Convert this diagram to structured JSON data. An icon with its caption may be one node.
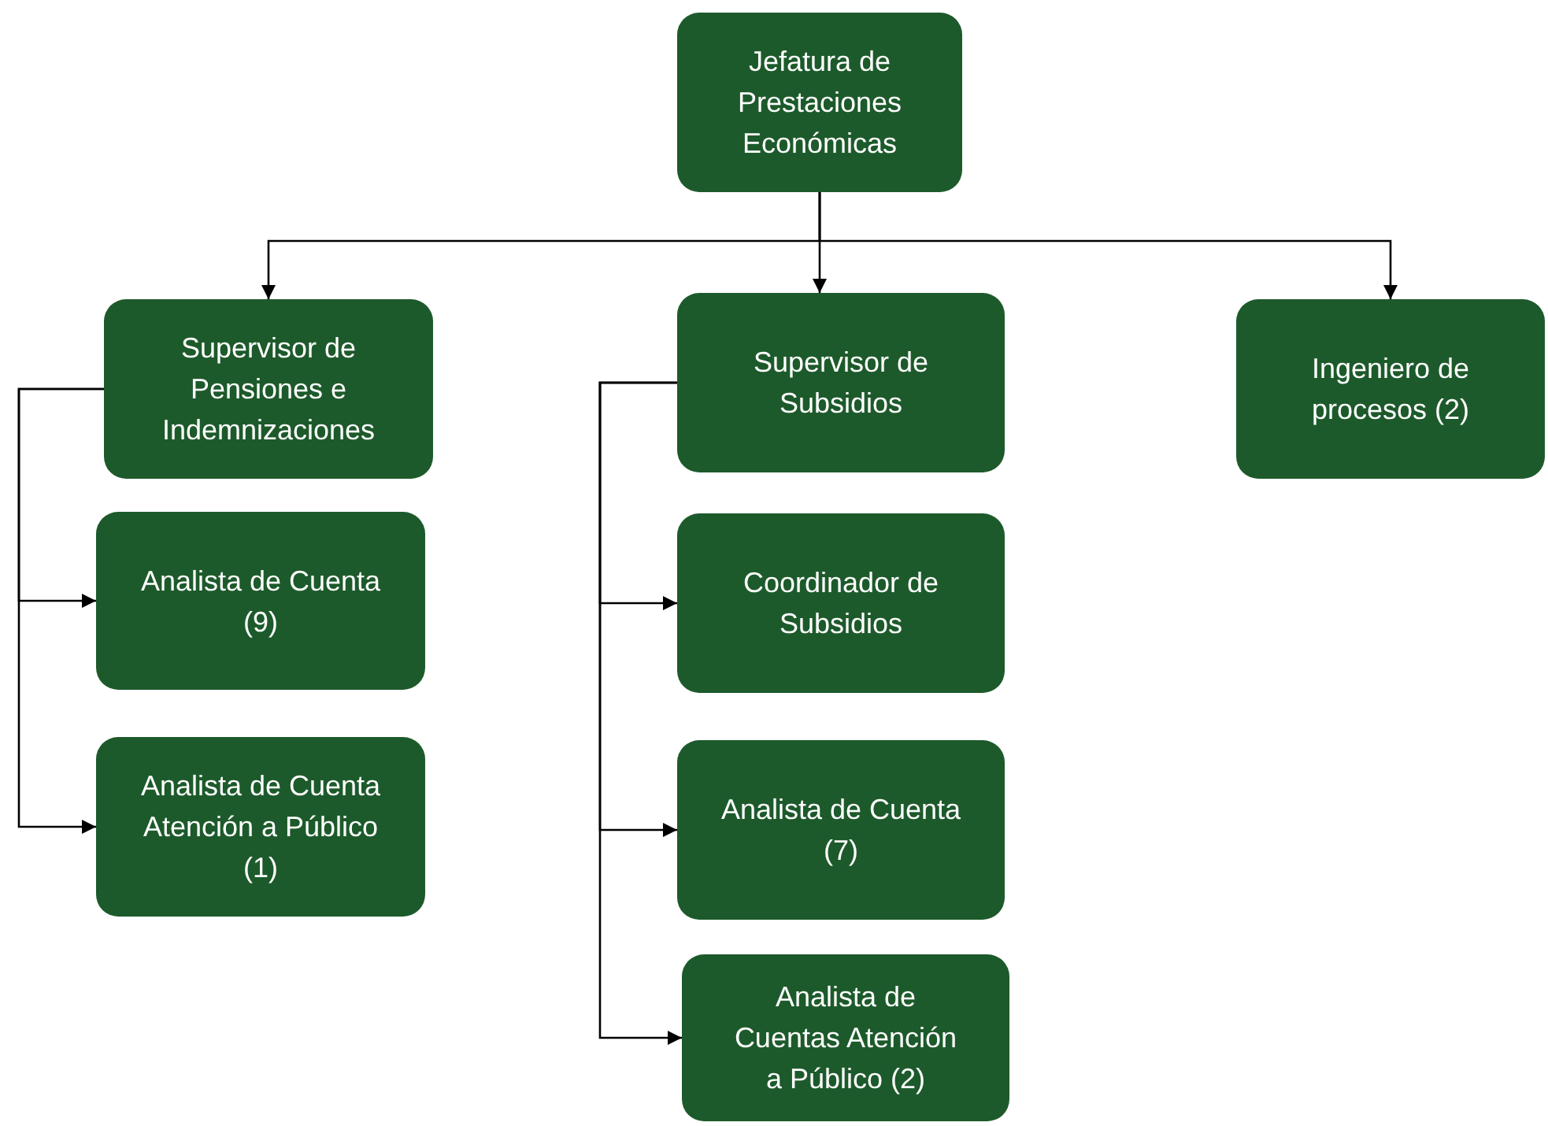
{
  "diagram": {
    "nodes": [
      {
        "text": [
          "Jefatura de Prestaciones Económicas"
        ]
      },
      {
        "text": [
          "Supervisor de Pensiones e Indemnizaciones"
        ]
      },
      {
        "text": [
          "Supervisor de Subsidios"
        ]
      },
      {
        "text": [
          "Ingeniero de procesos (2)"
        ]
      },
      {
        "text": [
          "Analista de Cuenta (9)"
        ]
      },
      {
        "text": [
          "Analista de Cuenta Atención a Público (1)"
        ]
      },
      {
        "text": [
          "Coordinador de Subsidios"
        ]
      },
      {
        "text": [
          "Analista de Cuenta (7)"
        ]
      },
      {
        "text": [
          "Analista de Cuentas Atención a Público (2)"
        ]
      }
    ],
    "edges": [
      {
        "from": 0,
        "to": 1,
        "arrow": "to"
      },
      {
        "from": 0,
        "to": 2,
        "arrow": "to"
      },
      {
        "from": 0,
        "to": 3,
        "arrow": "to"
      },
      {
        "from": 1,
        "to": 4,
        "arrow": "to"
      },
      {
        "from": 1,
        "to": 5,
        "arrow": "to"
      },
      {
        "from": 2,
        "to": 6,
        "arrow": "to"
      },
      {
        "from": 2,
        "to": 7,
        "arrow": "to"
      },
      {
        "from": 2,
        "to": 8,
        "arrow": "to"
      }
    ]
  }
}
